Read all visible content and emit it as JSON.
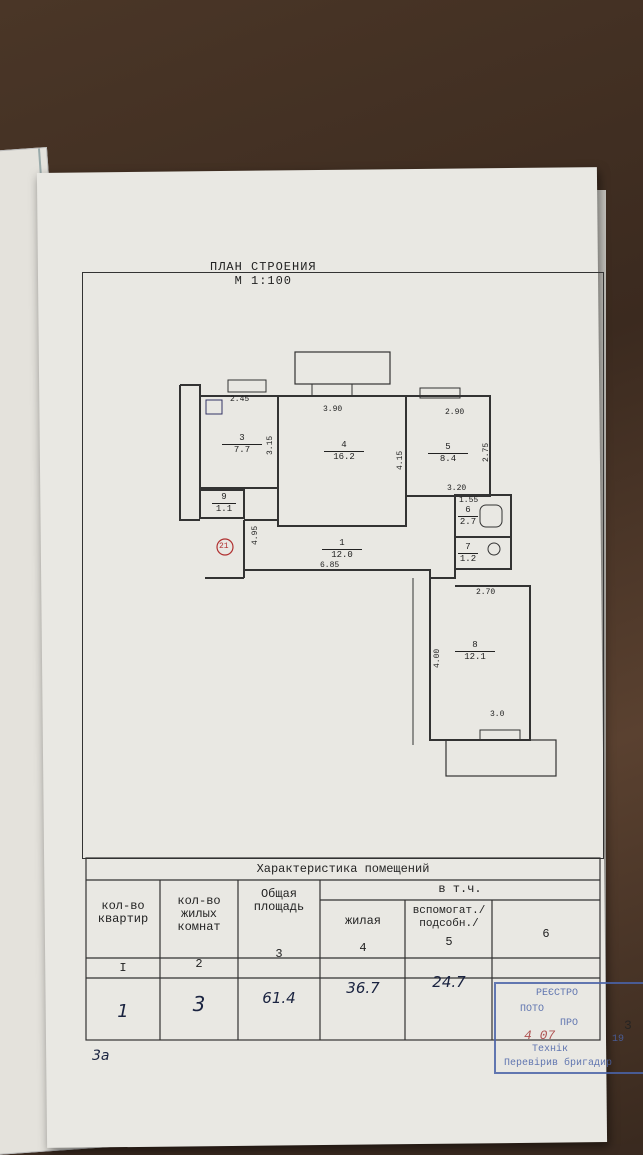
{
  "document": {
    "title_line1": "ПЛАН СТРОЕНИЯ",
    "title_line2": "М 1:100",
    "page_mark": "3а"
  },
  "rooms": [
    {
      "num": "3",
      "area": "7.7"
    },
    {
      "num": "4",
      "area": "16.2"
    },
    {
      "num": "5",
      "area": "8.4"
    },
    {
      "num": "9",
      "area": "1.1"
    },
    {
      "num": "1",
      "area": "12.0"
    },
    {
      "num": "6",
      "area": "2.7"
    },
    {
      "num": "7",
      "area": "1.2"
    },
    {
      "num": "8",
      "area": "12.1"
    }
  ],
  "dimensions": {
    "d_245": "2.45",
    "d_315": "3.15",
    "d_390": "3.90",
    "d_415": "4.15",
    "d_290": "2.90",
    "d_275": "2.75",
    "d_320": "3.20",
    "d_155": "1.55",
    "d_495": "4.95",
    "d_685": "6.85",
    "d_270": "2.70",
    "d_400": "4.00",
    "d_30": "3.0",
    "circle": "21"
  },
  "table": {
    "caption": "Характеристика помещений",
    "headers": {
      "col1": "кол-во квартир",
      "col2": "кол-во жилых комнат",
      "col3": "Общая площадь",
      "group": "в т.ч.",
      "col4": "жилая",
      "col5": "вспомогат./подсобн./",
      "col6": "6"
    },
    "numbers": [
      "I",
      "2",
      "3",
      "4",
      "5"
    ],
    "values": {
      "apartments": "1",
      "rooms": "3",
      "total": "61.4",
      "living": "36.7",
      "auxiliary": "24.7"
    }
  },
  "stamp": {
    "line1": "РЕЄСТРО",
    "line2": "ПОТО",
    "line3": "ПРО",
    "digit": "3",
    "date": "4 07",
    "suffix": "19",
    "line4": "Технік",
    "line5": "Перевірив бригадир"
  }
}
